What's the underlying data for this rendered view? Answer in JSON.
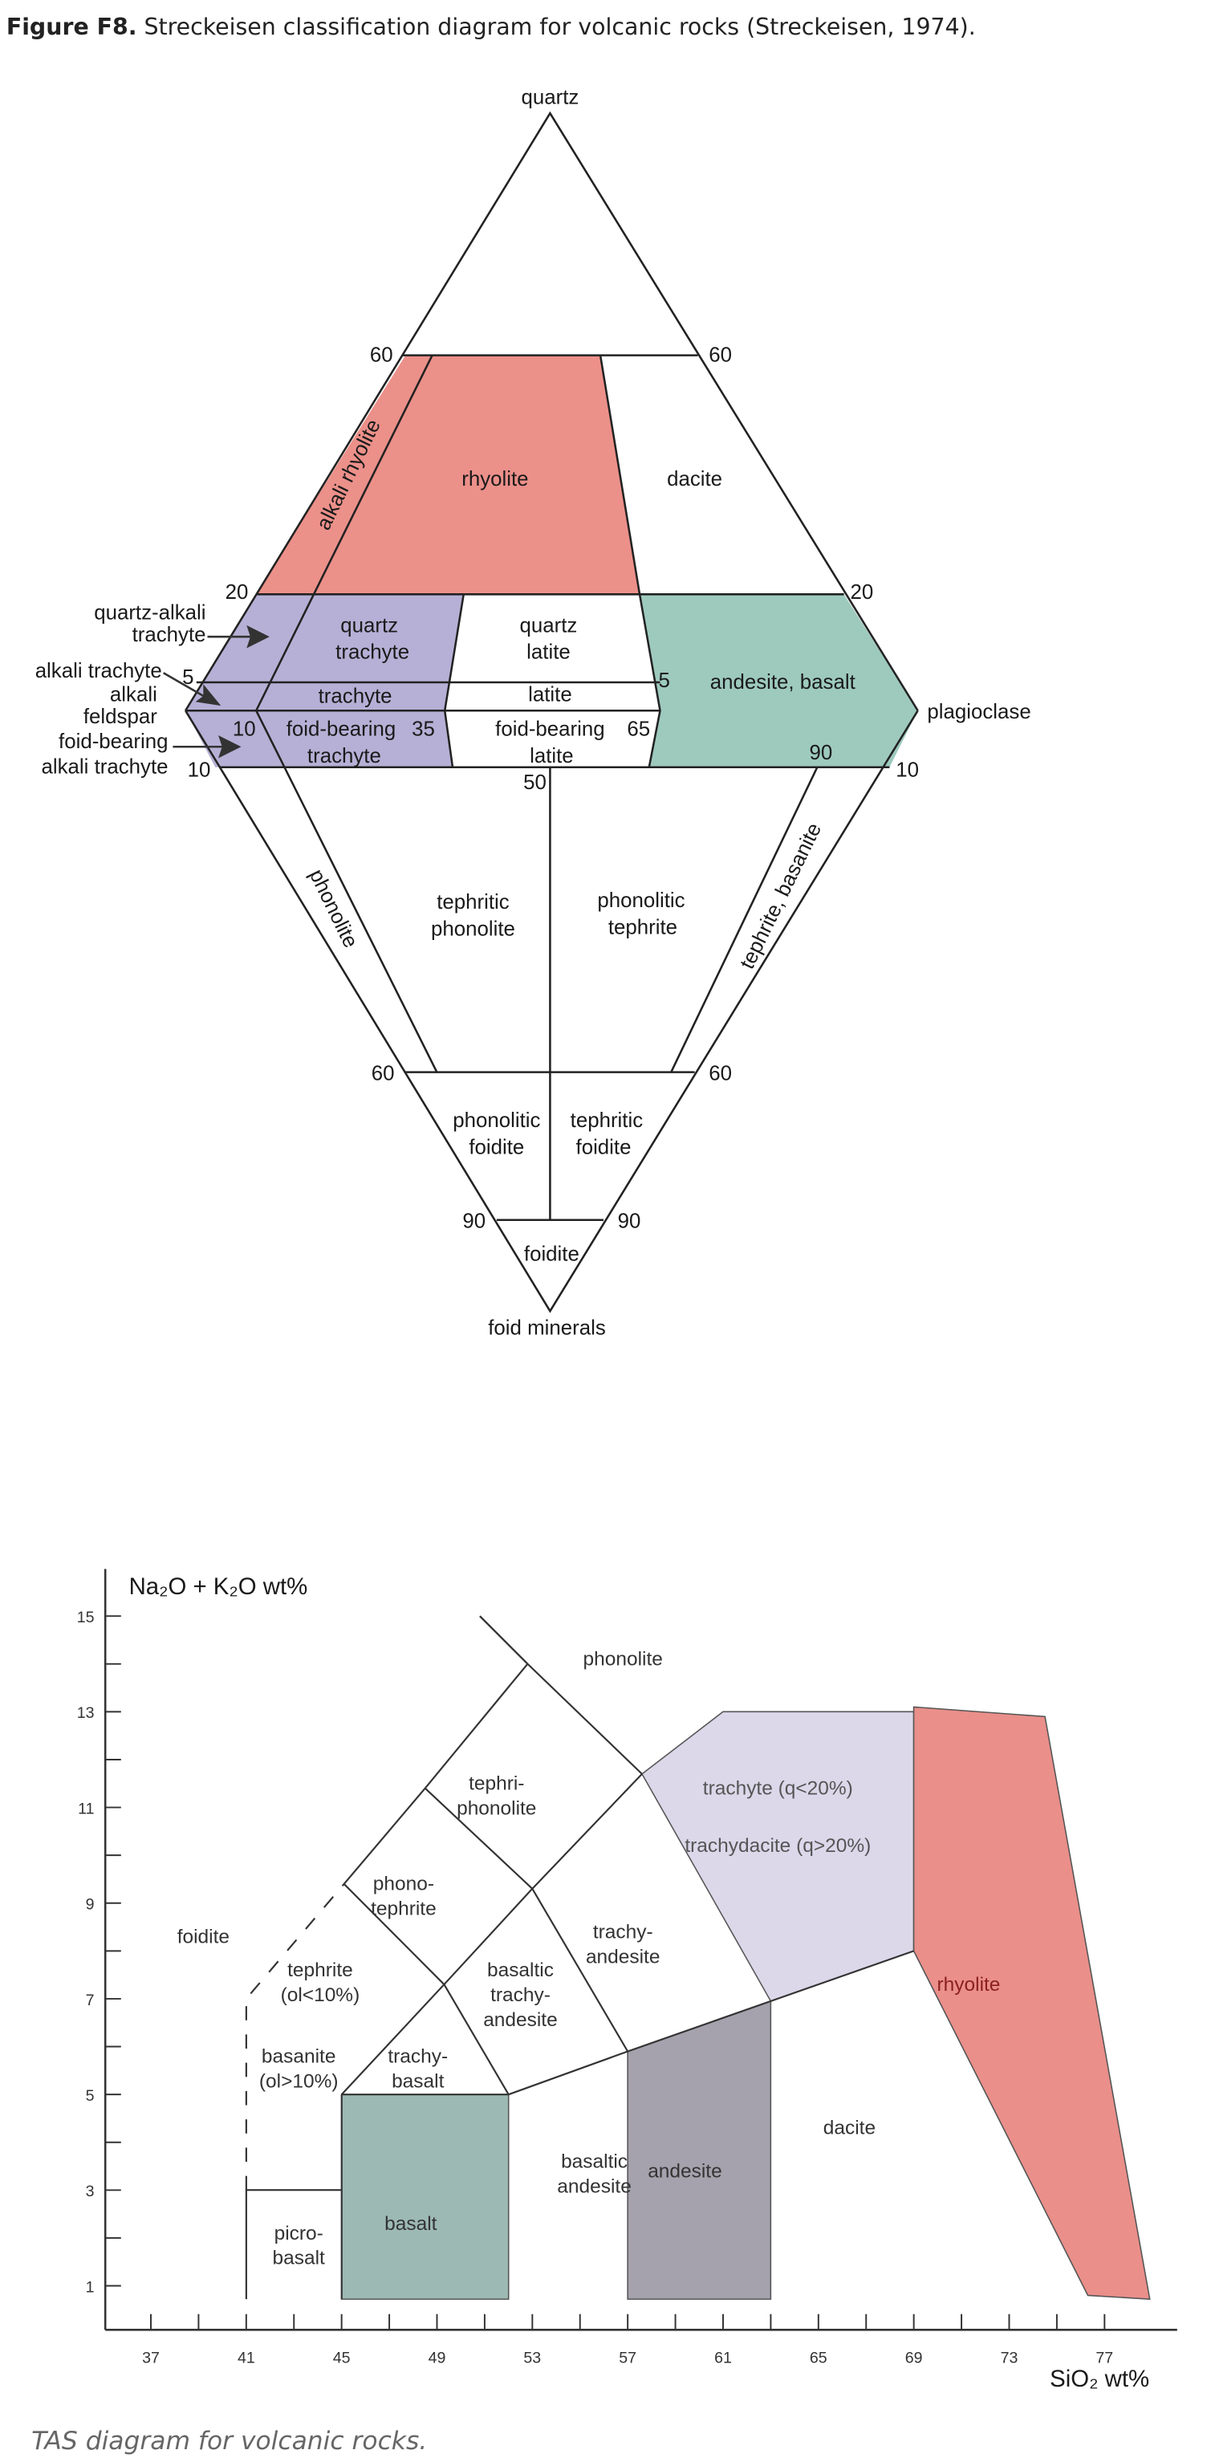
{
  "caption": {
    "label": "Figure F8.",
    "text": " Streckeisen classification diagram for volcanic rocks (Streckeisen, 1974)."
  },
  "streckeisen": {
    "vertices": {
      "top": "quartz",
      "right": "plagioclase",
      "bottom": "foid minerals"
    },
    "colors": {
      "rhyolite": "#ec908a",
      "alkali": "#b6b0d6",
      "andesite": "#9ecabe"
    },
    "ticks": {
      "q60_left": "60",
      "q60_right": "60",
      "q20_left": "20",
      "q20_right": "20",
      "a5_left": "5",
      "a5_right": "5",
      "p10_inner": "10",
      "p35": "35",
      "p65": "65",
      "p90": "90",
      "f10_left": "10",
      "f10_right": "10",
      "p50": "50",
      "f60_left": "60",
      "f60_right": "60",
      "f90_left": "90",
      "f90_right": "90"
    },
    "regions": {
      "alkali_rhyolite": "alkali rhyolite",
      "rhyolite": "rhyolite",
      "dacite": "dacite",
      "quartz_trachyte": [
        "quartz",
        "trachyte"
      ],
      "quartz_latite": [
        "quartz",
        "latite"
      ],
      "trachyte": "trachyte",
      "latite": "latite",
      "andesite_basalt": "andesite, basalt",
      "foid_bearing_trachyte": [
        "foid-bearing",
        "trachyte"
      ],
      "foid_bearing_latite": [
        "foid-bearing",
        "latite"
      ],
      "phonolite": "phonolite",
      "tephritic_phonolite": [
        "tephritic",
        "phonolite"
      ],
      "phonolitic_tephrite": [
        "phonolitic",
        "tephrite"
      ],
      "tephrite_basanite": "tephrite, basanite",
      "phonolitic_foidite": [
        "phonolitic",
        "foidite"
      ],
      "tephritic_foidite": [
        "tephritic",
        "foidite"
      ],
      "foidite": "foidite"
    },
    "callouts": {
      "quartz_alkali_trachyte": [
        "quartz-alkali",
        "trachyte"
      ],
      "alkali_trachyte": "alkali trachyte",
      "alkali_feldspar": [
        "alkali",
        "feldspar"
      ],
      "foid_bearing_alkali_trachyte": [
        "foid-bearing",
        "alkali trachyte"
      ]
    }
  },
  "chart_data": {
    "type": "area",
    "title": "",
    "xlabel": "SiO₂ wt%",
    "ylabel": "Na₂O + K₂O wt%",
    "xlim": [
      35.5,
      79.5
    ],
    "ylim": [
      0,
      15.5
    ],
    "xticks": [
      "37",
      "41",
      "45",
      "49",
      "53",
      "57",
      "61",
      "65",
      "69",
      "73",
      "77"
    ],
    "yticks": [
      "15",
      "13",
      "11",
      "9",
      "7",
      "5",
      "3",
      "1"
    ],
    "grid": false,
    "regions": [
      {
        "name": "basalt",
        "label": [
          "basalt"
        ],
        "fill": "#9db9b4",
        "points": [
          [
            45,
            0.72
          ],
          [
            52,
            0.72
          ],
          [
            52,
            5
          ],
          [
            45,
            5
          ]
        ]
      },
      {
        "name": "andesite",
        "label": [
          "andesite"
        ],
        "fill": "#a5a2ad",
        "points": [
          [
            57,
            0.72
          ],
          [
            63,
            0.72
          ],
          [
            63,
            6.95
          ],
          [
            57,
            5.9
          ]
        ]
      },
      {
        "name": "trachyte-trachydacite",
        "label": [
          "trachyte (q<20%)",
          "trachydacite (q>20%)"
        ],
        "fill": "#dcd8ea",
        "points": [
          [
            57.6,
            11.7
          ],
          [
            61,
            13
          ],
          [
            69,
            13
          ],
          [
            69,
            8
          ],
          [
            63,
            6.95
          ]
        ]
      },
      {
        "name": "rhyolite",
        "label": [
          "rhyolite"
        ],
        "fill": "#ea8f8a",
        "points": [
          [
            69,
            13.1
          ],
          [
            74.5,
            12.9
          ],
          [
            78.9,
            0.72
          ],
          [
            76.3,
            0.8
          ],
          [
            69,
            8
          ]
        ]
      },
      {
        "name": "foidite",
        "label": [
          "foidite"
        ]
      },
      {
        "name": "tephrite",
        "label": [
          "tephrite",
          "(ol<10%)"
        ]
      },
      {
        "name": "basanite",
        "label": [
          "basanite",
          "(ol>10%)"
        ]
      },
      {
        "name": "picrobasalt",
        "label": [
          "picro-",
          "basalt"
        ]
      },
      {
        "name": "trachybasalt",
        "label": [
          "trachy-",
          "basalt"
        ]
      },
      {
        "name": "basaltic-trachyandesite",
        "label": [
          "basaltic",
          "trachy-",
          "andesite"
        ]
      },
      {
        "name": "trachyandesite",
        "label": [
          "trachy-",
          "andesite"
        ]
      },
      {
        "name": "phonotephrite",
        "label": [
          "phono-",
          "tephrite"
        ]
      },
      {
        "name": "tephriphonolite",
        "label": [
          "tephri-",
          "phonolite"
        ]
      },
      {
        "name": "phonolite",
        "label": [
          "phonolite"
        ]
      },
      {
        "name": "basaltic-andesite",
        "label": [
          "basaltic",
          "andesite"
        ]
      },
      {
        "name": "dacite",
        "label": [
          "dacite"
        ]
      }
    ],
    "boundaries": [
      {
        "points": [
          [
            50.8,
            15
          ],
          [
            52.8,
            14
          ],
          [
            57.6,
            11.7
          ]
        ]
      },
      {
        "points": [
          [
            52.8,
            14
          ],
          [
            48.5,
            11.4
          ],
          [
            45.1,
            9.4
          ],
          [
            49.3,
            7.3
          ],
          [
            45,
            5
          ]
        ]
      },
      {
        "points": [
          [
            48.5,
            11.4
          ],
          [
            53,
            9.3
          ],
          [
            57.6,
            11.7
          ]
        ]
      },
      {
        "points": [
          [
            49.3,
            7.3
          ],
          [
            53,
            9.3
          ],
          [
            57,
            5.9
          ]
        ]
      },
      {
        "points": [
          [
            49.3,
            7.3
          ],
          [
            52,
            5
          ]
        ]
      },
      {
        "points": [
          [
            45,
            5
          ],
          [
            52,
            5
          ],
          [
            57,
            5.9
          ],
          [
            63,
            6.95
          ],
          [
            69,
            8
          ]
        ]
      },
      {
        "points": [
          [
            41,
            0.72
          ],
          [
            41,
            3
          ],
          [
            45,
            3
          ]
        ]
      },
      {
        "points": [
          [
            45,
            0.72
          ],
          [
            45,
            5
          ]
        ]
      },
      {
        "points": [
          [
            41,
            3
          ],
          [
            41,
            7
          ],
          [
            45.1,
            9.4
          ]
        ],
        "dashed": true
      }
    ]
  },
  "footer_caption": "TAS diagram for volcanic rocks."
}
